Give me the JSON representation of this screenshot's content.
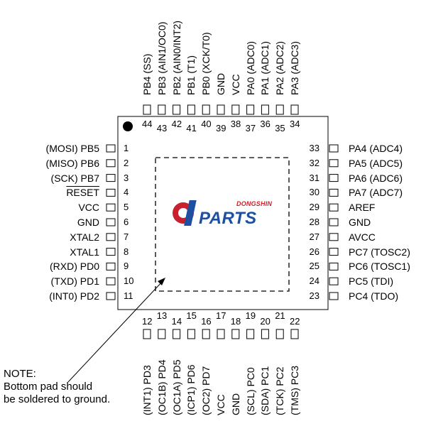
{
  "pins_left": [
    {
      "num": "1",
      "alt": "(MOSI)",
      "name": "PB5"
    },
    {
      "num": "2",
      "alt": "(MISO)",
      "name": "PB6"
    },
    {
      "num": "3",
      "alt": "(SCK)",
      "name": "PB7"
    },
    {
      "num": "4",
      "alt": "",
      "name": "RESET",
      "overline": true
    },
    {
      "num": "5",
      "alt": "",
      "name": "VCC"
    },
    {
      "num": "6",
      "alt": "",
      "name": "GND"
    },
    {
      "num": "7",
      "alt": "",
      "name": "XTAL2"
    },
    {
      "num": "8",
      "alt": "",
      "name": "XTAL1"
    },
    {
      "num": "9",
      "alt": "(RXD)",
      "name": "PD0"
    },
    {
      "num": "10",
      "alt": "(TXD)",
      "name": "PD1"
    },
    {
      "num": "11",
      "alt": "(INT0)",
      "name": "PD2"
    }
  ],
  "pins_right": [
    {
      "num": "33",
      "name": "PA4",
      "alt": "(ADC4)"
    },
    {
      "num": "32",
      "name": "PA5",
      "alt": "(ADC5)"
    },
    {
      "num": "31",
      "name": "PA6",
      "alt": "(ADC6)"
    },
    {
      "num": "30",
      "name": "PA7",
      "alt": "(ADC7)"
    },
    {
      "num": "29",
      "name": "AREF",
      "alt": ""
    },
    {
      "num": "28",
      "name": "GND",
      "alt": ""
    },
    {
      "num": "27",
      "name": "AVCC",
      "alt": ""
    },
    {
      "num": "26",
      "name": "PC7",
      "alt": "(TOSC2)"
    },
    {
      "num": "25",
      "name": "PC6",
      "alt": "(TOSC1)"
    },
    {
      "num": "24",
      "name": "PC5",
      "alt": "(TDI)"
    },
    {
      "num": "23",
      "name": "PC4",
      "alt": "(TDO)"
    }
  ],
  "pins_top": [
    {
      "num": "44",
      "name": "PB4",
      "alt": "(SS)",
      "alt_overline": "SS"
    },
    {
      "num": "43",
      "name": "PB3",
      "alt": "(AIN1/OC0)"
    },
    {
      "num": "42",
      "name": "PB2",
      "alt": "(AIN0/INT2)"
    },
    {
      "num": "41",
      "name": "PB1",
      "alt": "(T1)"
    },
    {
      "num": "40",
      "name": "PB0",
      "alt": "(XCK/T0)"
    },
    {
      "num": "39",
      "name": "GND",
      "alt": ""
    },
    {
      "num": "38",
      "name": "VCC",
      "alt": ""
    },
    {
      "num": "37",
      "name": "PA0",
      "alt": "(ADC0)"
    },
    {
      "num": "36",
      "name": "PA1",
      "alt": "(ADC1)"
    },
    {
      "num": "35",
      "name": "PA2",
      "alt": "(ADC2)"
    },
    {
      "num": "34",
      "name": "PA3",
      "alt": "(ADC3)"
    }
  ],
  "pins_bottom": [
    {
      "num": "12",
      "name": "PD3",
      "alt": "(INT1)"
    },
    {
      "num": "13",
      "name": "PD4",
      "alt": "(OC1B)"
    },
    {
      "num": "14",
      "name": "PD5",
      "alt": "(OC1A)"
    },
    {
      "num": "15",
      "name": "PD6",
      "alt": "(ICP1)"
    },
    {
      "num": "16",
      "name": "PD7",
      "alt": "(OC2)"
    },
    {
      "num": "17",
      "name": "VCC",
      "alt": ""
    },
    {
      "num": "18",
      "name": "GND",
      "alt": ""
    },
    {
      "num": "19",
      "name": "PC0",
      "alt": "(SCL)"
    },
    {
      "num": "20",
      "name": "PC1",
      "alt": "(SDA)"
    },
    {
      "num": "21",
      "name": "PC2",
      "alt": "(TCK)"
    },
    {
      "num": "22",
      "name": "PC3",
      "alt": "(TMS)"
    }
  ],
  "note": {
    "line1": "NOTE:",
    "line2": "Bottom pad should",
    "line3": "be soldered to ground."
  },
  "logo": {
    "brand_small": "DONGSHIN",
    "brand_main": "PARTS",
    "colors": {
      "red": "#c8202f",
      "blue": "#1e4fa0"
    }
  }
}
